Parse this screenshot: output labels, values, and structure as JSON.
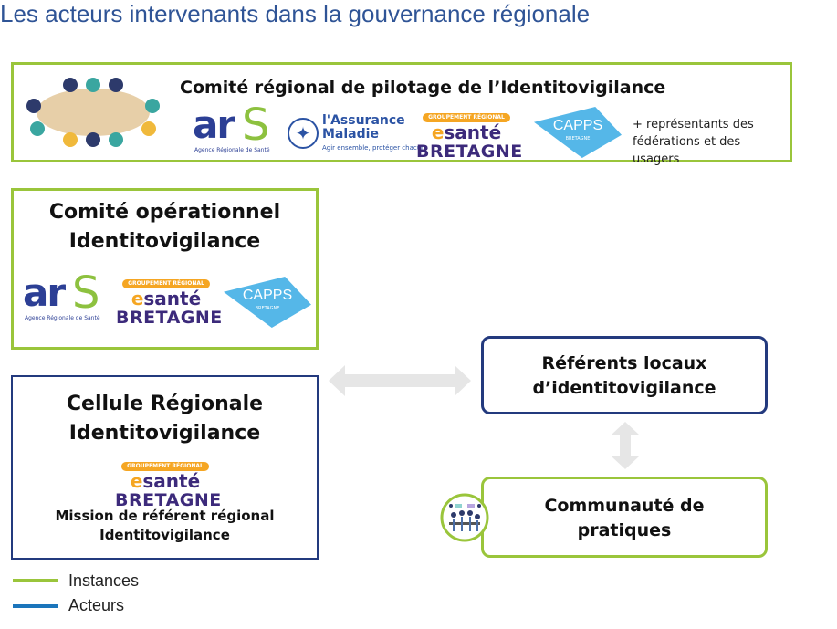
{
  "title": "Les acteurs intervenants dans la gouvernance régionale",
  "colors": {
    "instances": "#9ac53b",
    "acteurs": "#1b75bb",
    "title": "#2f5496"
  },
  "logos": {
    "ars": {
      "main": "ar",
      "s": "S",
      "sub": "Agence Régionale de Santé"
    },
    "assurance_maladie": {
      "line1": "l'Assurance",
      "line2": "Maladie",
      "tagline": "Agir ensemble, protéger chacun"
    },
    "esante": {
      "badge": "GROUPEMENT RÉGIONAL",
      "e": "e",
      "sante": "santé",
      "bretagne": "BRETAGNE"
    },
    "capps": {
      "name": "CAPPS",
      "sub": "BRETAGNE"
    }
  },
  "comite_regional": {
    "title": "Comité régional de pilotage de l’Identitovigilance",
    "extra_line1": "+ représentants des",
    "extra_line2": "fédérations et des usagers"
  },
  "comite_operationnel": {
    "line1": "Comité opérationnel",
    "line2": "Identitovigilance"
  },
  "cellule": {
    "line1": "Cellule Régionale",
    "line2": "Identitovigilance",
    "mission_line1": "Mission de référent régional",
    "mission_line2": "Identitovigilance"
  },
  "referents": {
    "line1": "Référents locaux",
    "line2": "d’identitovigilance"
  },
  "communaute": {
    "line1": "Communauté de",
    "line2": "pratiques"
  },
  "legend": [
    {
      "label": "Instances"
    },
    {
      "label": "Acteurs"
    }
  ]
}
